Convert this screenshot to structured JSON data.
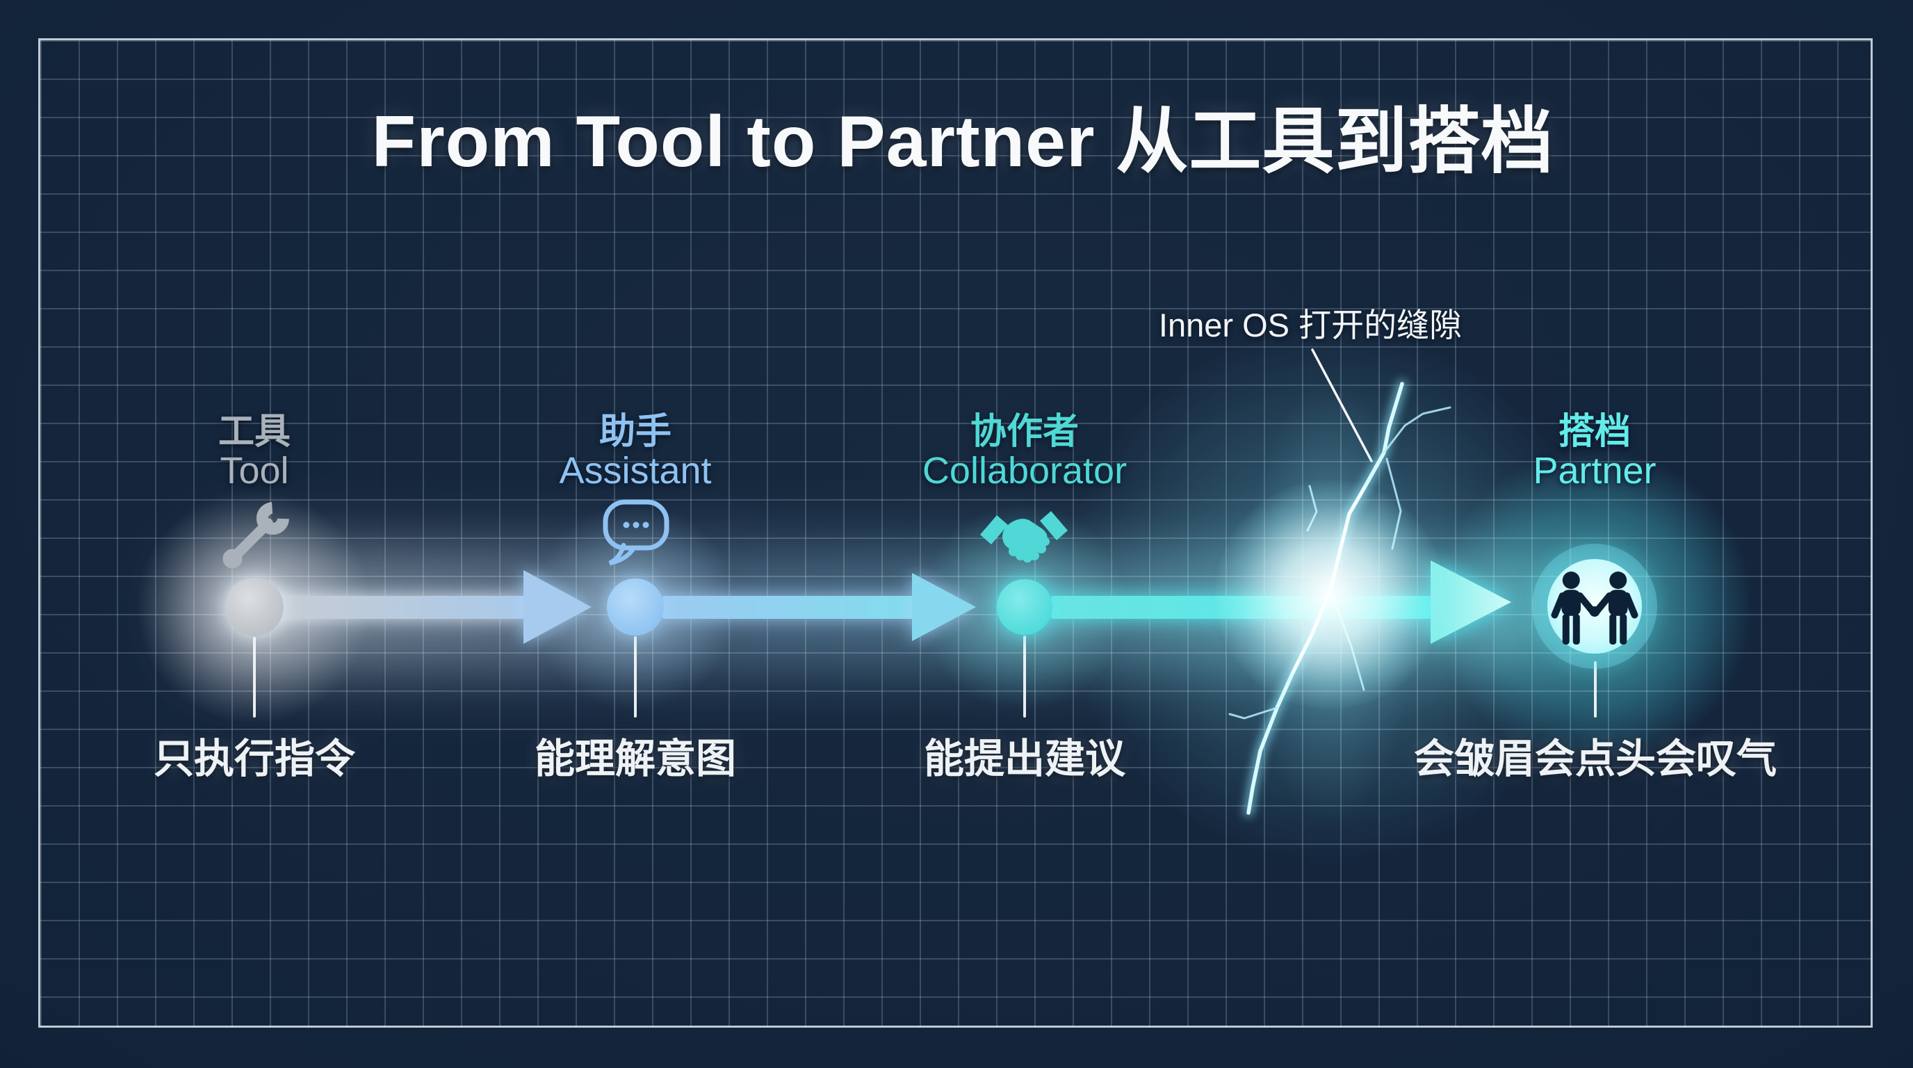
{
  "title": "From Tool to Partner 从工具到搭档",
  "annotation": {
    "label": "Inner OS 打开的缝隙"
  },
  "stages": [
    {
      "id": "tool",
      "label_zh": "工具",
      "label_en": "Tool",
      "caption": "只执行指令",
      "icon": "wrench-icon",
      "accent": "#a9b1ba"
    },
    {
      "id": "assistant",
      "label_zh": "助手",
      "label_en": "Assistant",
      "caption": "能理解意图",
      "icon": "speech-bubble-icon",
      "accent": "#8ec2f2"
    },
    {
      "id": "collaborator",
      "label_zh": "协作者",
      "label_en": "Collaborator",
      "caption": "能提出建议",
      "icon": "handshake-icon",
      "accent": "#4fd8d5"
    },
    {
      "id": "partner",
      "label_zh": "搭档",
      "label_en": "Partner",
      "caption": "会皱眉会点头会叹气",
      "icon": "partners-icon",
      "accent": "#63ebe9"
    }
  ],
  "colors": {
    "background": "#12233a",
    "grid_line": "#96aabe",
    "frame": "#dee7f0",
    "title_text": "#f7f9fb",
    "caption_text": "#eef2f5",
    "annotation_text": "#f3f5f6",
    "arrow_start": "#c9cdd2",
    "arrow_mid": "#a6cbee",
    "arrowhead_2": "#86d8ef",
    "arrow_end": "#58ece8",
    "node_tool": "#c3c8cd",
    "node_assistant": "#9bcaf4",
    "node_collaborator": "#52dcdb",
    "node_partner_core": "#eafdfe",
    "partner_figures": "#0c2136",
    "connector": "#f4f7fa",
    "lightning": "#d6faff",
    "lightning_branch": "#b4eefb",
    "flash": "#ffffff"
  }
}
